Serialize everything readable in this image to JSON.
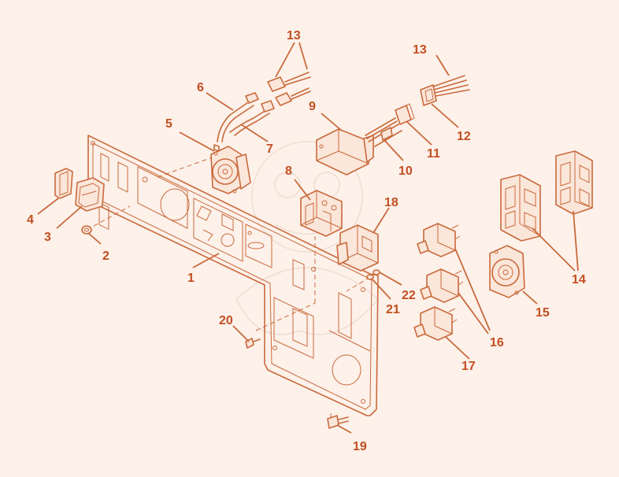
{
  "diagram": {
    "colors": {
      "line": "#c96a3c",
      "label": "#c24f22",
      "background": "#fdf1ea"
    },
    "callouts": [
      {
        "id": "c1",
        "label": "1"
      },
      {
        "id": "c2",
        "label": "2"
      },
      {
        "id": "c3",
        "label": "3"
      },
      {
        "id": "c4",
        "label": "4"
      },
      {
        "id": "c5",
        "label": "5"
      },
      {
        "id": "c6",
        "label": "6"
      },
      {
        "id": "c7",
        "label": "7"
      },
      {
        "id": "c8",
        "label": "8"
      },
      {
        "id": "c9",
        "label": "9"
      },
      {
        "id": "c10",
        "label": "10"
      },
      {
        "id": "c11",
        "label": "11"
      },
      {
        "id": "c12",
        "label": "12"
      },
      {
        "id": "c13a",
        "label": "13"
      },
      {
        "id": "c13b",
        "label": "13"
      },
      {
        "id": "c14",
        "label": "14"
      },
      {
        "id": "c15",
        "label": "15"
      },
      {
        "id": "c16",
        "label": "16"
      },
      {
        "id": "c17",
        "label": "17"
      },
      {
        "id": "c18",
        "label": "18"
      },
      {
        "id": "c19",
        "label": "19"
      },
      {
        "id": "c20",
        "label": "20"
      },
      {
        "id": "c21",
        "label": "21"
      },
      {
        "id": "c22",
        "label": "22"
      }
    ]
  }
}
